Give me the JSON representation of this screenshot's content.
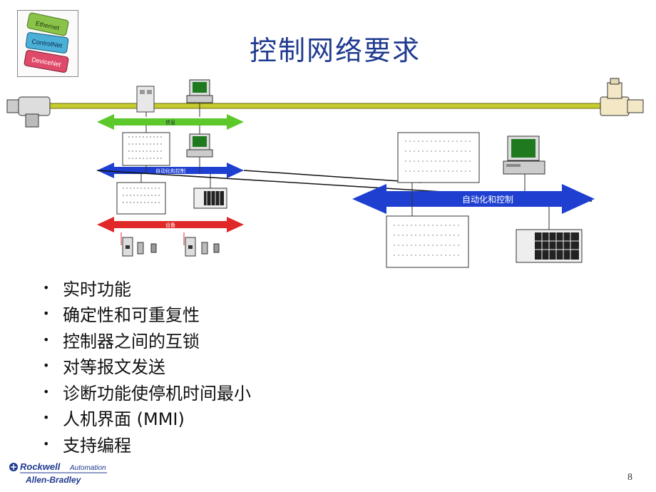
{
  "slide": {
    "title": "控制网络要求",
    "page_number": "8"
  },
  "logo": {
    "ethernet": "Ethernet",
    "controlnet": "ControlNet",
    "devicenet": "DeviceNet"
  },
  "diagram": {
    "info_label": "信息",
    "automation_label_small": "自动化和控制",
    "device_label": "设备",
    "automation_label_large": "自动化和控制",
    "colors": {
      "info": "#5cc82a",
      "automation": "#1e3fd0",
      "device": "#e02828",
      "trunk": "#b8bf2a"
    }
  },
  "bullets": [
    "实时功能",
    "确定性和可重复性",
    "控制器之间的互锁",
    "对等报文发送",
    "诊断功能使停机时间最小",
    "人机界面 (MMI)",
    "支持编程"
  ],
  "footer": {
    "brand_top": "Rockwell",
    "brand_top_suffix": "Automation",
    "brand_bottom": "Allen-Bradley"
  }
}
